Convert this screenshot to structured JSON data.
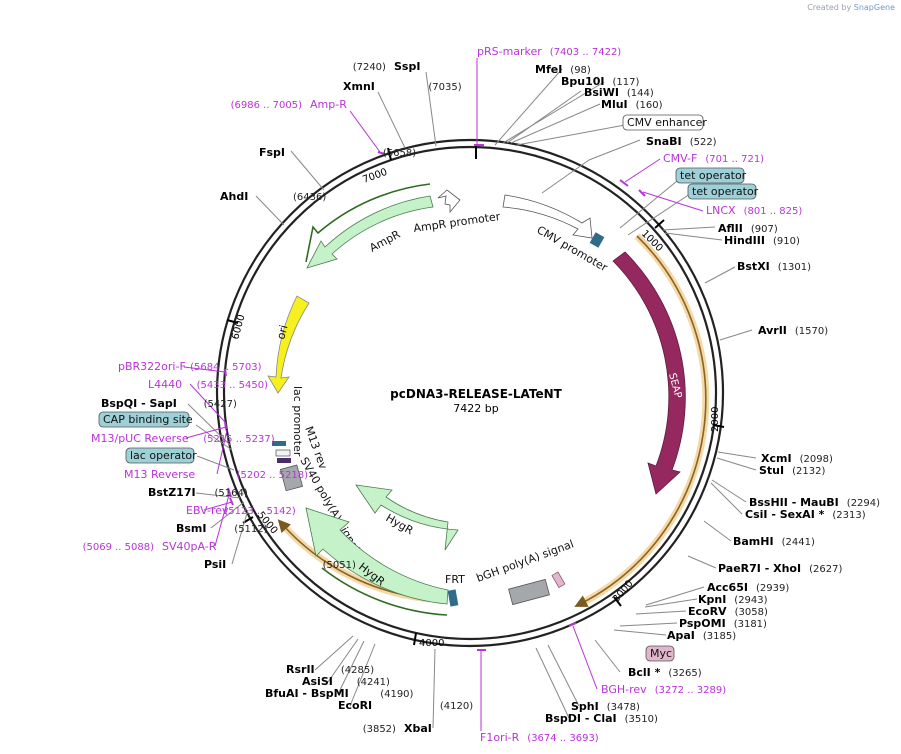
{
  "credit": {
    "prefix": "Created by",
    "brand": "SnapGene"
  },
  "plasmid": {
    "name": "pcDNA3-RELEASE-LATeNT",
    "length": "7422 bp"
  },
  "ticks": [
    "1000",
    "2000",
    "3000",
    "4000",
    "5000",
    "6000",
    "7000"
  ],
  "enzymes": [
    {
      "name": "SspI",
      "pos": "(7240)"
    },
    {
      "name": "XmnI",
      "pos": "(7035)"
    },
    {
      "name": "FspI",
      "pos": "(6658)"
    },
    {
      "name": "AhdI",
      "pos": "(6436)"
    },
    {
      "name": "MfeI",
      "pos": "(98)"
    },
    {
      "name": "Bpu10I",
      "pos": "(117)"
    },
    {
      "name": "BsiWI",
      "pos": "(144)"
    },
    {
      "name": "MluI",
      "pos": "(160)"
    },
    {
      "name": "SnaBI",
      "pos": "(522)"
    },
    {
      "name": "AflII",
      "pos": "(907)"
    },
    {
      "name": "HindIII",
      "pos": "(910)"
    },
    {
      "name": "BstXI",
      "pos": "(1301)"
    },
    {
      "name": "AvrII",
      "pos": "(1570)"
    },
    {
      "name": "XcmI",
      "pos": "(2098)"
    },
    {
      "name": "StuI",
      "pos": "(2132)"
    },
    {
      "name": "BssHII  - MauBI",
      "pos": "(2294)"
    },
    {
      "name": "CsiI  - SexAI *",
      "pos": "(2313)"
    },
    {
      "name": "BamHI",
      "pos": "(2441)"
    },
    {
      "name": "PaeR7I  - XhoI",
      "pos": "(2627)"
    },
    {
      "name": "Acc65I",
      "pos": "(2939)"
    },
    {
      "name": "KpnI",
      "pos": "(2943)"
    },
    {
      "name": "EcoRV",
      "pos": "(3058)"
    },
    {
      "name": "PspOMI",
      "pos": "(3181)"
    },
    {
      "name": "ApaI",
      "pos": "(3185)"
    },
    {
      "name": "BclI *",
      "pos": "(3265)"
    },
    {
      "name": "SphI",
      "pos": "(3478)"
    },
    {
      "name": "BspDI  - ClaI",
      "pos": "(3510)"
    },
    {
      "name": "XbaI",
      "pos": "(3852)"
    },
    {
      "name": "EcoRI",
      "pos": "(4120)"
    },
    {
      "name": "BfuAI  - BspMI",
      "pos": "(4190)"
    },
    {
      "name": "AsiSI",
      "pos": "(4241)"
    },
    {
      "name": "RsrII",
      "pos": "(4285)"
    },
    {
      "name": "PsiI",
      "pos": "(5051)"
    },
    {
      "name": "BsmI",
      "pos": "(5112)"
    },
    {
      "name": "BstZ17I",
      "pos": "(5164)"
    },
    {
      "name": "BspQI  - SapI",
      "pos": "(5427)"
    }
  ],
  "primers": [
    {
      "name": "pRS-marker",
      "pos": "(7403 .. 7422)"
    },
    {
      "name": "Amp-R",
      "pos": "(6986 .. 7005)"
    },
    {
      "name": "CMV-F",
      "pos": "(701 .. 721)"
    },
    {
      "name": "LNCX",
      "pos": "(801 .. 825)"
    },
    {
      "name": "BGH-rev",
      "pos": "(3272 .. 3289)"
    },
    {
      "name": "F1ori-R",
      "pos": "(3674 .. 3693)"
    },
    {
      "name": "SV40pA-R",
      "pos": "(5069 .. 5088)"
    },
    {
      "name": "EBV-rev",
      "pos": "(5123 .. 5142)"
    },
    {
      "name": "M13 Reverse",
      "pos": "(5202 .. 5218)"
    },
    {
      "name": "M13/pUC Reverse",
      "pos": "(5215 .. 5237)"
    },
    {
      "name": "L4440",
      "pos": "(5433 .. 5450)"
    },
    {
      "name": "pBR322ori-F",
      "pos": "(5684 .. 5703)"
    }
  ],
  "boxed_labels": [
    {
      "text": "CMV enhancer",
      "fill": "#ffffff"
    },
    {
      "text": "tet operator",
      "fill": "#9ed0d8"
    },
    {
      "text": "tet operator",
      "fill": "#9ed0d8"
    },
    {
      "text": "Myc",
      "fill": "#e0b6cc"
    },
    {
      "text": "CAP binding site",
      "fill": "#9ed0d8"
    },
    {
      "text": "lac operator",
      "fill": "#9ed0d8"
    }
  ],
  "features": {
    "seap": "SEAP",
    "cmv_promoter": "CMV promoter",
    "ampr": "AmpR",
    "ampr_promoter": "AmpR promoter",
    "ori": "ori",
    "lac_promoter": "lac promoter",
    "m13_rev": "M13 rev",
    "sv40_polya": "SV40 poly(A) signal",
    "hygr_inner": "HygR",
    "hygr_outer": "HygR",
    "frt": "FRT",
    "bgh_polya": "bGH poly(A) signal"
  },
  "colors": {
    "backbone": "#222222",
    "seap": "#95295f",
    "ampr": "#c5f2c9",
    "hygr": "#c5f2c9",
    "ori": "#f6f020",
    "orf": "#f2b34a",
    "primer": "#b833d8",
    "polya": "#a4a8ad",
    "frt": "#2e6c8a"
  }
}
